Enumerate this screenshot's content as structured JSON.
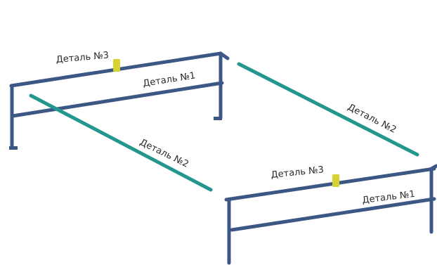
{
  "colors": {
    "frame": "#3d5785",
    "rail": "#23968d",
    "marker": "#d6d232",
    "text": "#2b2b2b"
  },
  "labels": {
    "left_top": "Деталь №3",
    "left_mid": "Деталь №1",
    "left_diag": "Деталь №2",
    "right_diag": "Деталь №2",
    "right_top": "Деталь №3",
    "right_mid": "Деталь №1"
  }
}
